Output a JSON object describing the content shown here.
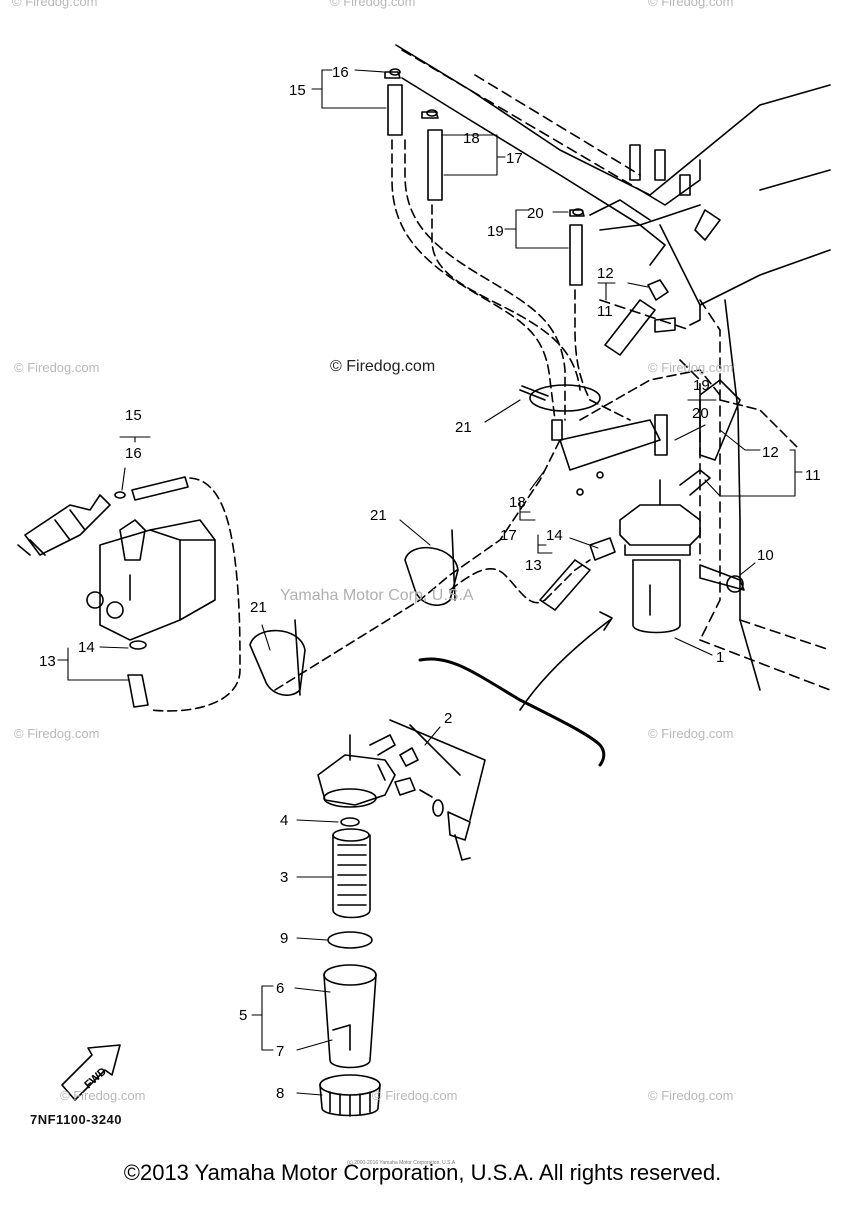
{
  "watermarks": {
    "top_left": "© Firedog.com",
    "top_mid": "© Firedog.com",
    "top_right": "© Firedog.com",
    "center": "© Firedog.com",
    "left_mid": "© Firedog.com",
    "right_mid": "© Firedog.com",
    "left_low": "© Firedog.com",
    "right_low": "© Firedog.com",
    "bottom_left": "© Firedog.com",
    "bottom_mid": "© Firedog.com",
    "bottom_right": "© Firedog.com",
    "yamaha_corp": "Yamaha Motor Corp, U.S.A"
  },
  "part_labels": {
    "p1": "1",
    "p2": "2",
    "p3": "3",
    "p4": "4",
    "p5": "5",
    "p6": "6",
    "p7": "7",
    "p8": "8",
    "p9": "9",
    "p10": "10",
    "p11a": "11",
    "p11b": "11",
    "p12a": "12",
    "p12b": "12",
    "p13a": "13",
    "p13b": "13",
    "p14a": "14",
    "p14b": "14",
    "p15a": "15",
    "p15b": "15",
    "p16a": "16",
    "p16b": "16",
    "p17a": "17",
    "p17b": "17",
    "p18a": "18",
    "p18b": "18",
    "p19a": "19",
    "p19b": "19",
    "p20a": "20",
    "p20b": "20",
    "p21a": "21",
    "p21b": "21",
    "p21c": "21",
    "fwd": "FWD"
  },
  "diagram_code": "7NF1100-3240",
  "copyright": "©2013 Yamaha Motor Corporation, U.S.A. All rights reserved.",
  "copyright_micro": "(c) 2000-2016 Yamaha Motor Corporation, U.S.A"
}
